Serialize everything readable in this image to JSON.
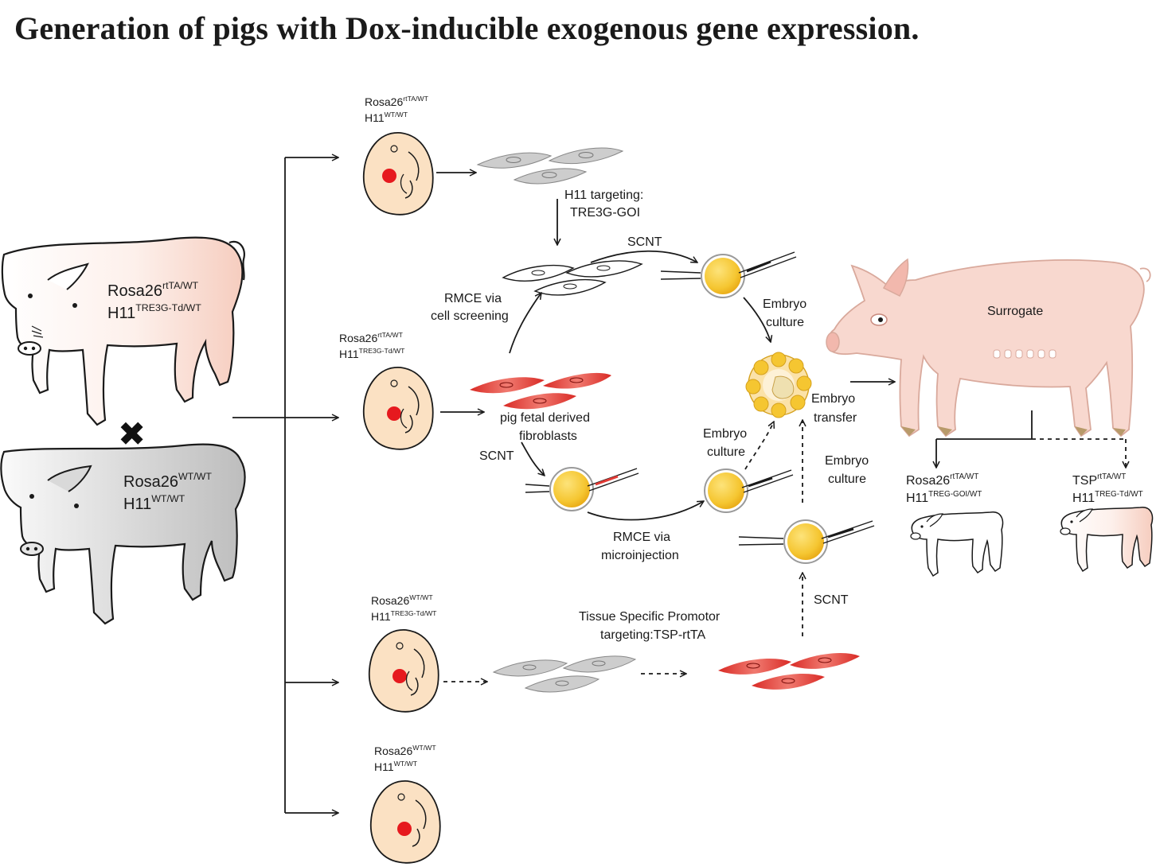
{
  "title": "Generation of pigs with Dox-inducible exogenous gene expression.",
  "colors": {
    "embryo_fill": "#fbe1c3",
    "embryo_heart": "#e6191e",
    "fibroblast_grey": "#cdcdcd",
    "fibroblast_red": "#e23a35",
    "oocyte_yellow": "#f5c631",
    "surrogate_pink": "#f8d8cf",
    "founder_grey": "#c9c9c9"
  },
  "parents": {
    "father": {
      "line1": "Rosa26",
      "line1_sup": "rtTA/WT",
      "line2": "H11",
      "line2_sup": "TRE3G-Td/WT"
    },
    "cross_symbol": "✖",
    "mother": {
      "line1": "Rosa26",
      "line1_sup": "WT/WT",
      "line2": "H11",
      "line2_sup": "WT/WT"
    }
  },
  "embryos": [
    {
      "line1": "Rosa26",
      "line1_sup": "rtTA/WT",
      "line2": "H11",
      "line2_sup": "WT/WT"
    },
    {
      "line1": "Rosa26",
      "line1_sup": "rtTA/WT",
      "line2": "H11",
      "line2_sup": "TRE3G-Td/WT"
    },
    {
      "line1": "Rosa26",
      "line1_sup": "WT/WT",
      "line2": "H11",
      "line2_sup": "TRE3G-Td/WT"
    },
    {
      "line1": "Rosa26",
      "line1_sup": "WT/WT",
      "line2": "H11",
      "line2_sup": "WT/WT"
    }
  ],
  "steps": {
    "h11_targeting_1": "H11 targeting:",
    "h11_targeting_2": "TRE3G-GOI",
    "scnt_top": "SCNT",
    "rmce_screen_1": "RMCE via",
    "rmce_screen_2": "cell screening",
    "embryo_culture_top_1": "Embryo",
    "embryo_culture_top_2": "culture",
    "fibroblasts_1": "pig fetal derived",
    "fibroblasts_2": "fibroblasts",
    "scnt_mid": "SCNT",
    "embryo_culture_mid_1": "Embryo",
    "embryo_culture_mid_2": "culture",
    "embryo_transfer_1": "Embryo",
    "embryo_transfer_2": "transfer",
    "embryo_culture_right_1": "Embryo",
    "embryo_culture_right_2": "culture",
    "rmce_micro_1": "RMCE via",
    "rmce_micro_2": "microinjection",
    "scnt_bottom": "SCNT",
    "tsp_1": "Tissue Specific Promotor",
    "tsp_2": "targeting:TSP-rtTA"
  },
  "surrogate_label": "Surrogate",
  "offspring": [
    {
      "line1": "Rosa26",
      "line1_sup": "rtTA/WT",
      "line2": "H11",
      "line2_sup": "TREG-GOI/WT"
    },
    {
      "line1": "TSP",
      "line1_sup": "rtTA/WT",
      "line2": "H11",
      "line2_sup": "TREG-Td/WT"
    }
  ]
}
